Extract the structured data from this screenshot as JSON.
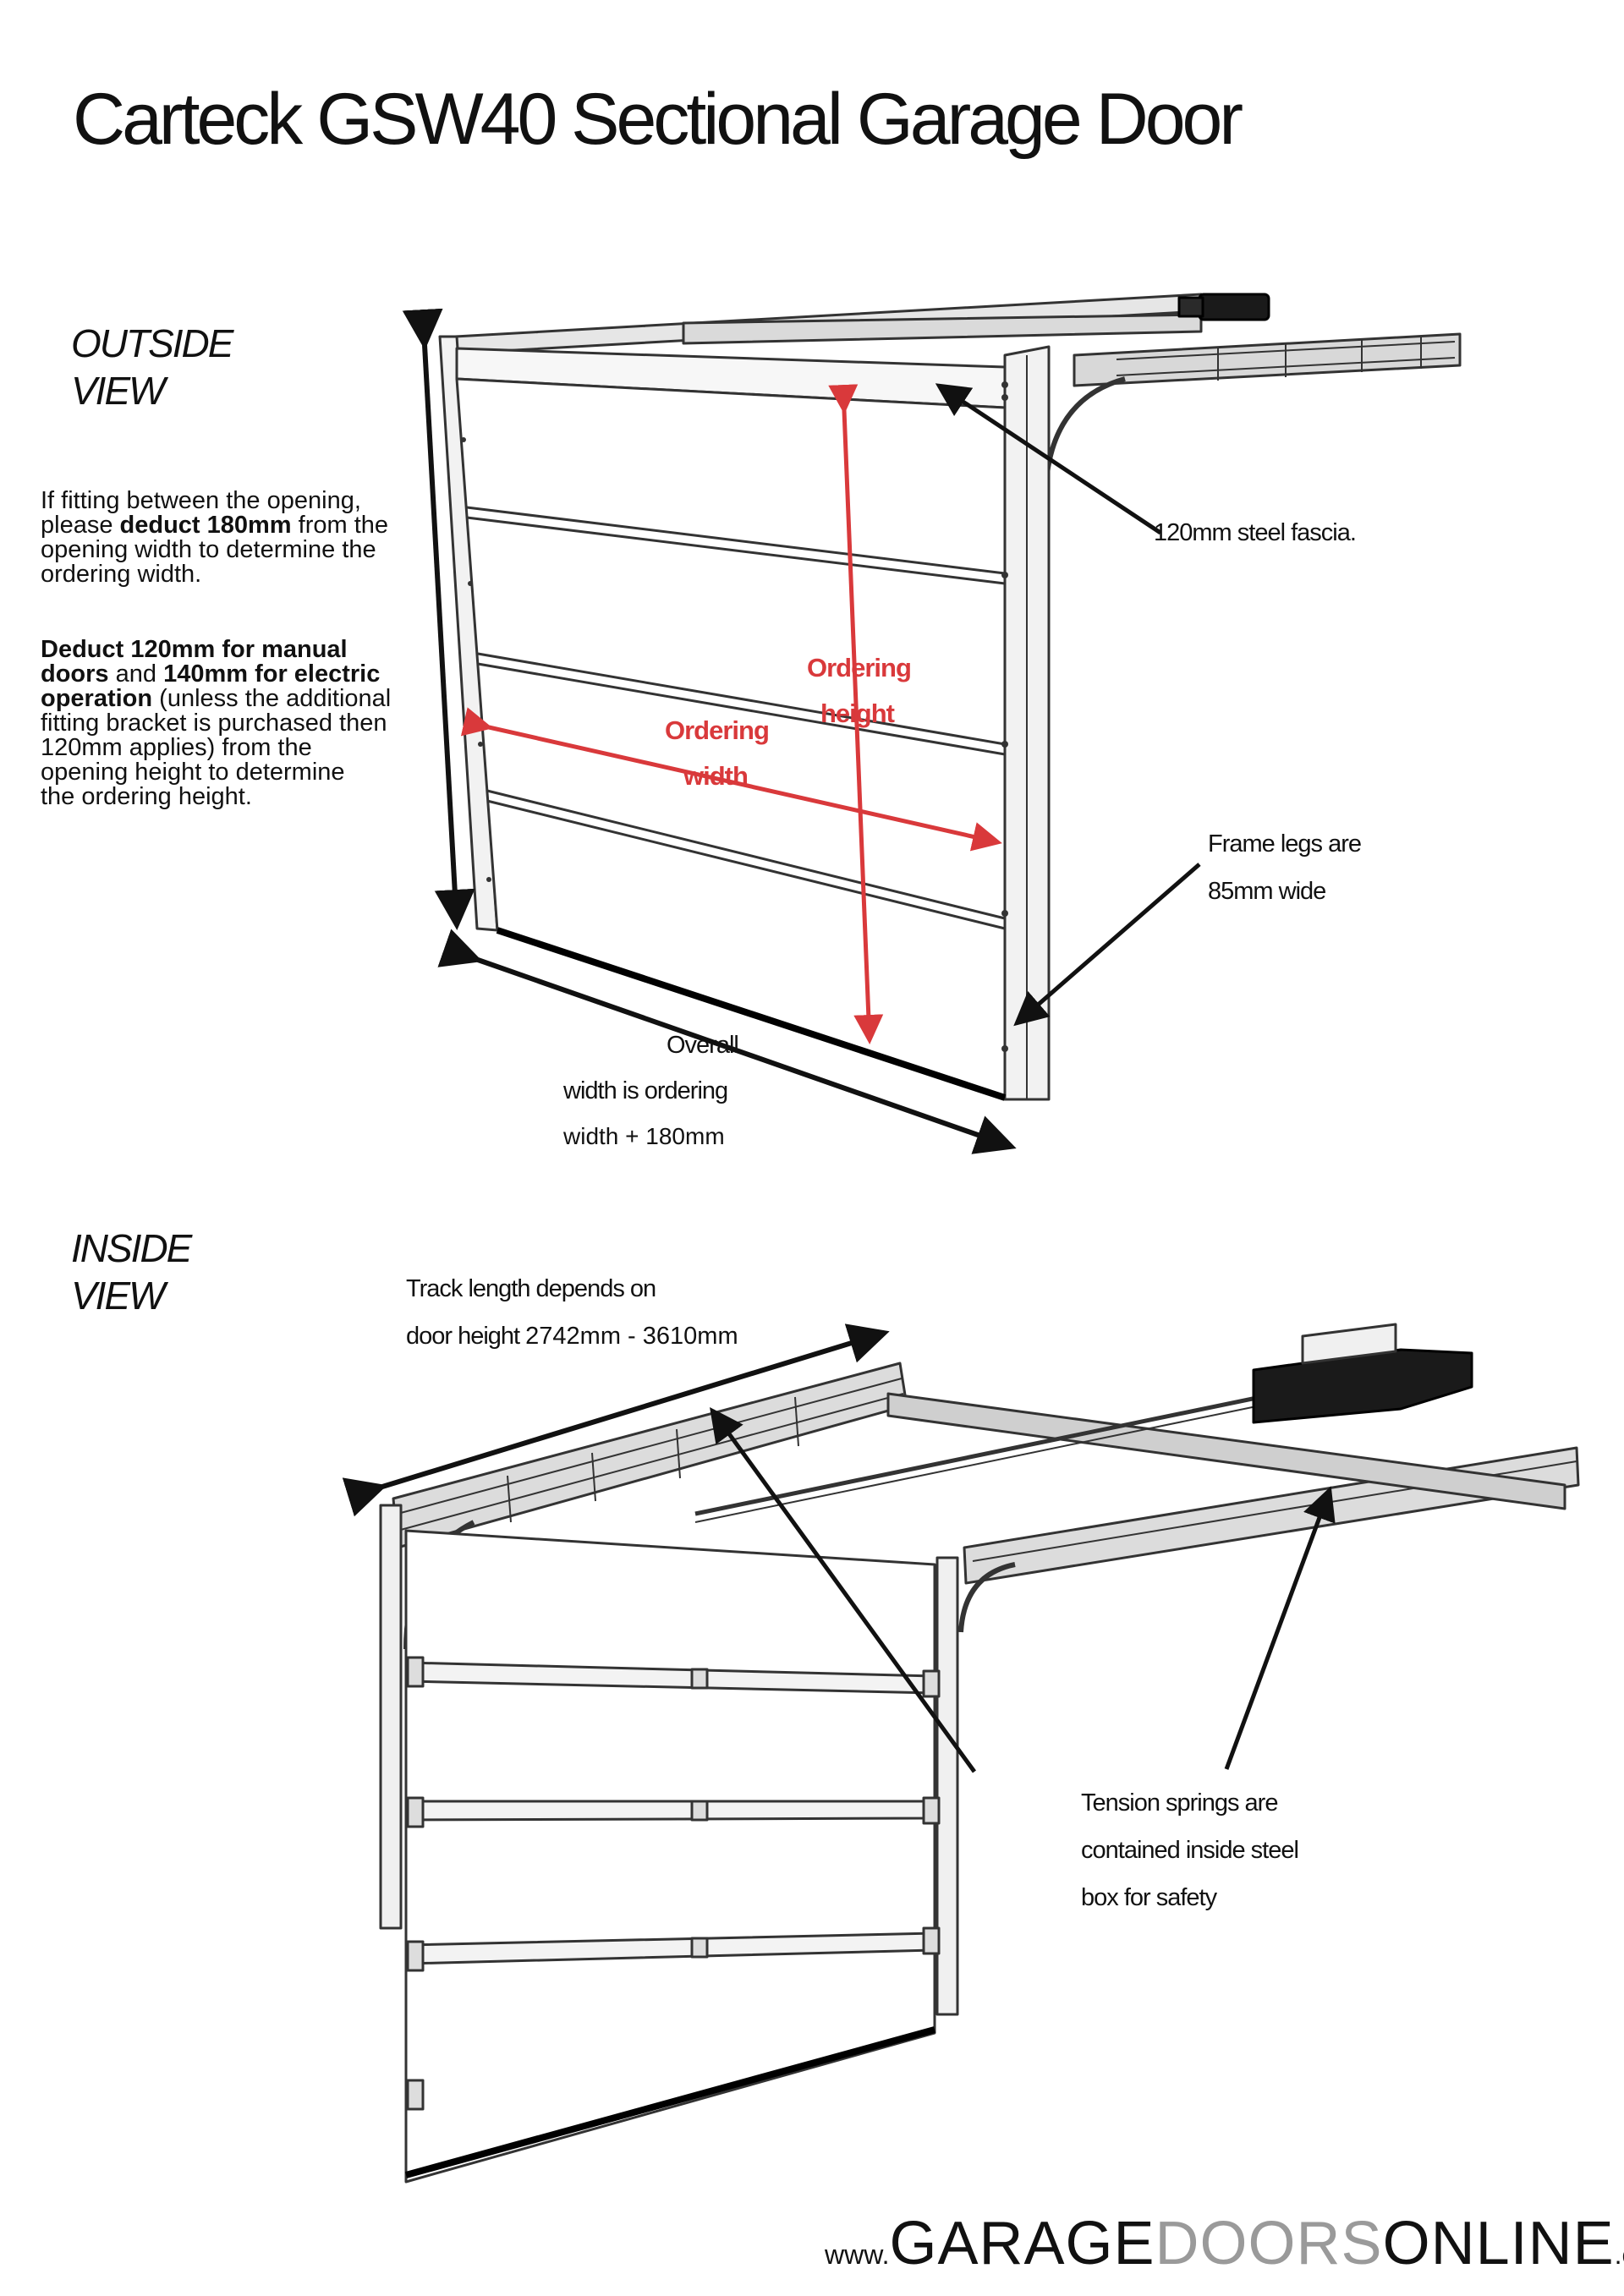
{
  "title": "Carteck GSW40 Sectional Garage Door",
  "outside_view": {
    "label_line1": "OUTSIDE",
    "label_line2": "VIEW",
    "note1": {
      "l1": "If fitting between the opening,",
      "l2a": "please ",
      "l2b": "deduct 180mm",
      "l2c": " from the",
      "l3": "opening width to determine the",
      "l4": "ordering width."
    },
    "note2": {
      "l1": "Deduct 120mm for manual",
      "l2a": "doors",
      "l2b": " and ",
      "l2c": "140mm for electric",
      "l3a": "operation",
      "l3b": " (unless the additional",
      "l4": "fitting bracket is purchased then",
      "l5": "120mm applies) from the",
      "l6": "opening height to determine",
      "l7": "the ordering height."
    },
    "fascia_callout": "120mm steel fascia.",
    "frame_legs_l1": "Frame legs are",
    "frame_legs_l2": "85mm wide",
    "ordering_height_l1": "Ordering",
    "ordering_height_l2": "height",
    "ordering_width_l1": "Ordering",
    "ordering_width_l2": "width",
    "overall_l1": "Overall",
    "overall_l2": "width is ordering",
    "overall_l3": "width + 180mm"
  },
  "inside_view": {
    "label_line1": "INSIDE",
    "label_line2": "VIEW",
    "track_l1": "Track length  depends on",
    "track_l2a": "door height  ",
    "track_l2b": "2742mm - 3610mm",
    "springs_l1": "Tension springs are",
    "springs_l2": "contained inside steel",
    "springs_l3": "box for safety"
  },
  "footer": {
    "prefix": "www.",
    "part1": "GARAGE",
    "part2": "DOORS",
    "part3": "ONLINE",
    "suffix": ".co.uk"
  },
  "colors": {
    "accent_red": "#d9393b",
    "brand_gray": "#9a9a9a",
    "ink": "#111111"
  }
}
